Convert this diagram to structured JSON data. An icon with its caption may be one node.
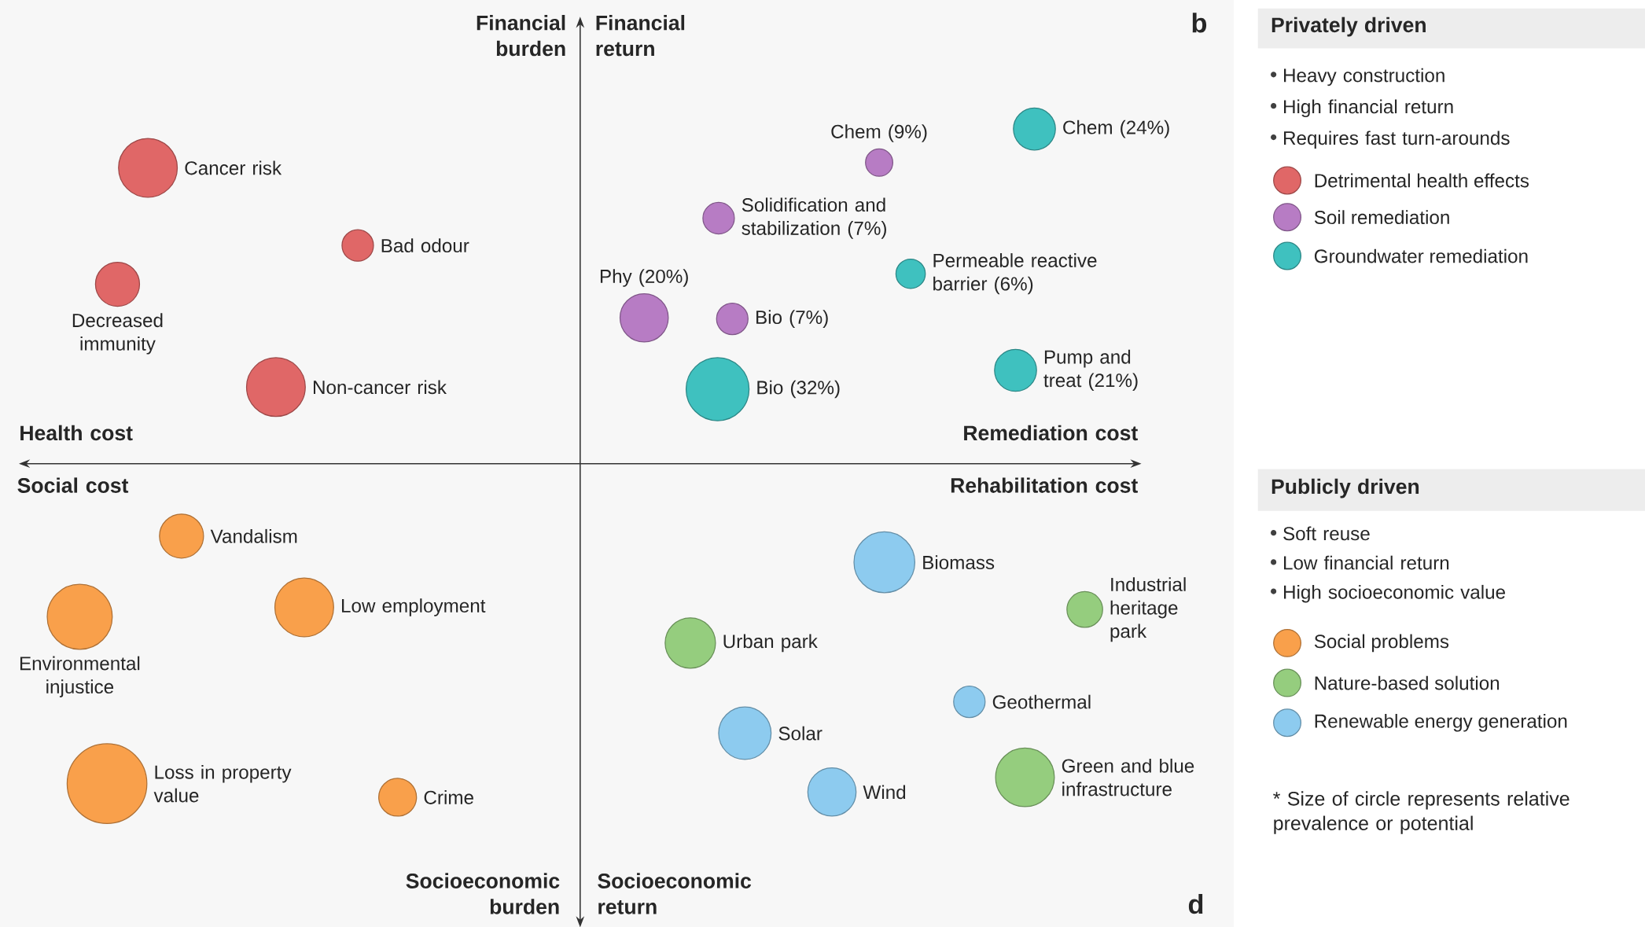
{
  "diagram": {
    "nodes": [
      {
        "text": [
          "Cancer risk"
        ]
      },
      {
        "text": [
          "Bad odour"
        ]
      },
      {
        "text": [
          "Decreased immunity"
        ]
      },
      {
        "text": [
          "Non-cancer risk"
        ]
      },
      {
        "text": [
          "Chem (9%)"
        ]
      },
      {
        "text": [
          "Chem (24%)"
        ]
      },
      {
        "text": [
          "Solidification and stabilization (7%)"
        ]
      },
      {
        "text": [
          "Phy (20%)"
        ]
      },
      {
        "text": [
          "Bio (7%)"
        ]
      },
      {
        "text": [
          "Permeable reactive barrier (6%)"
        ]
      },
      {
        "text": [
          "Bio (32%)"
        ]
      },
      {
        "text": [
          "Pump and treat (21%)"
        ]
      },
      {
        "text": [
          "Vandalism"
        ]
      },
      {
        "text": [
          "Environmental injustice"
        ]
      },
      {
        "text": [
          "Low employment"
        ]
      },
      {
        "text": [
          "Loss in property value"
        ]
      },
      {
        "text": [
          "Crime"
        ]
      },
      {
        "text": [
          "Biomass"
        ]
      },
      {
        "text": [
          "Industrial heritage park"
        ]
      },
      {
        "text": [
          "Urban park"
        ]
      },
      {
        "text": [
          "Geothermal"
        ]
      },
      {
        "text": [
          "Solar"
        ]
      },
      {
        "text": [
          "Wind"
        ]
      },
      {
        "text": [
          "Green and blue infrastructure"
        ]
      },
      {
        "text": [
          "Privately driven",
          "Heavy construction",
          "High financial return",
          "Requires fast turn-arounds"
        ]
      },
      {
        "text": [
          "Publicly driven",
          "Soft reuse",
          "Low financial return",
          "High socioeconomic value"
        ]
      }
    ],
    "labels": [
      "Financial burden",
      "Financial return",
      "b",
      "Health cost",
      "Remediation cost",
      "Social cost",
      "Rehabilitation cost",
      "Socioeconomic burden",
      "Socioeconomic return",
      "d",
      "* Size of circle represents relative prevalence or potential"
    ],
    "legend": [
      {
        "text": "Detrimental health effects",
        "color": "#e06767"
      },
      {
        "text": "Soil remediation",
        "color": "#b77cc4"
      },
      {
        "text": "Groundwater remediation",
        "color": "#3fc1bf"
      },
      {
        "text": "Social problems",
        "color": "#f9a04b"
      },
      {
        "text": "Nature-based solution",
        "color": "#95cd7e"
      },
      {
        "text": "Renewable energy generation",
        "color": "#8dcbef"
      }
    ]
  }
}
